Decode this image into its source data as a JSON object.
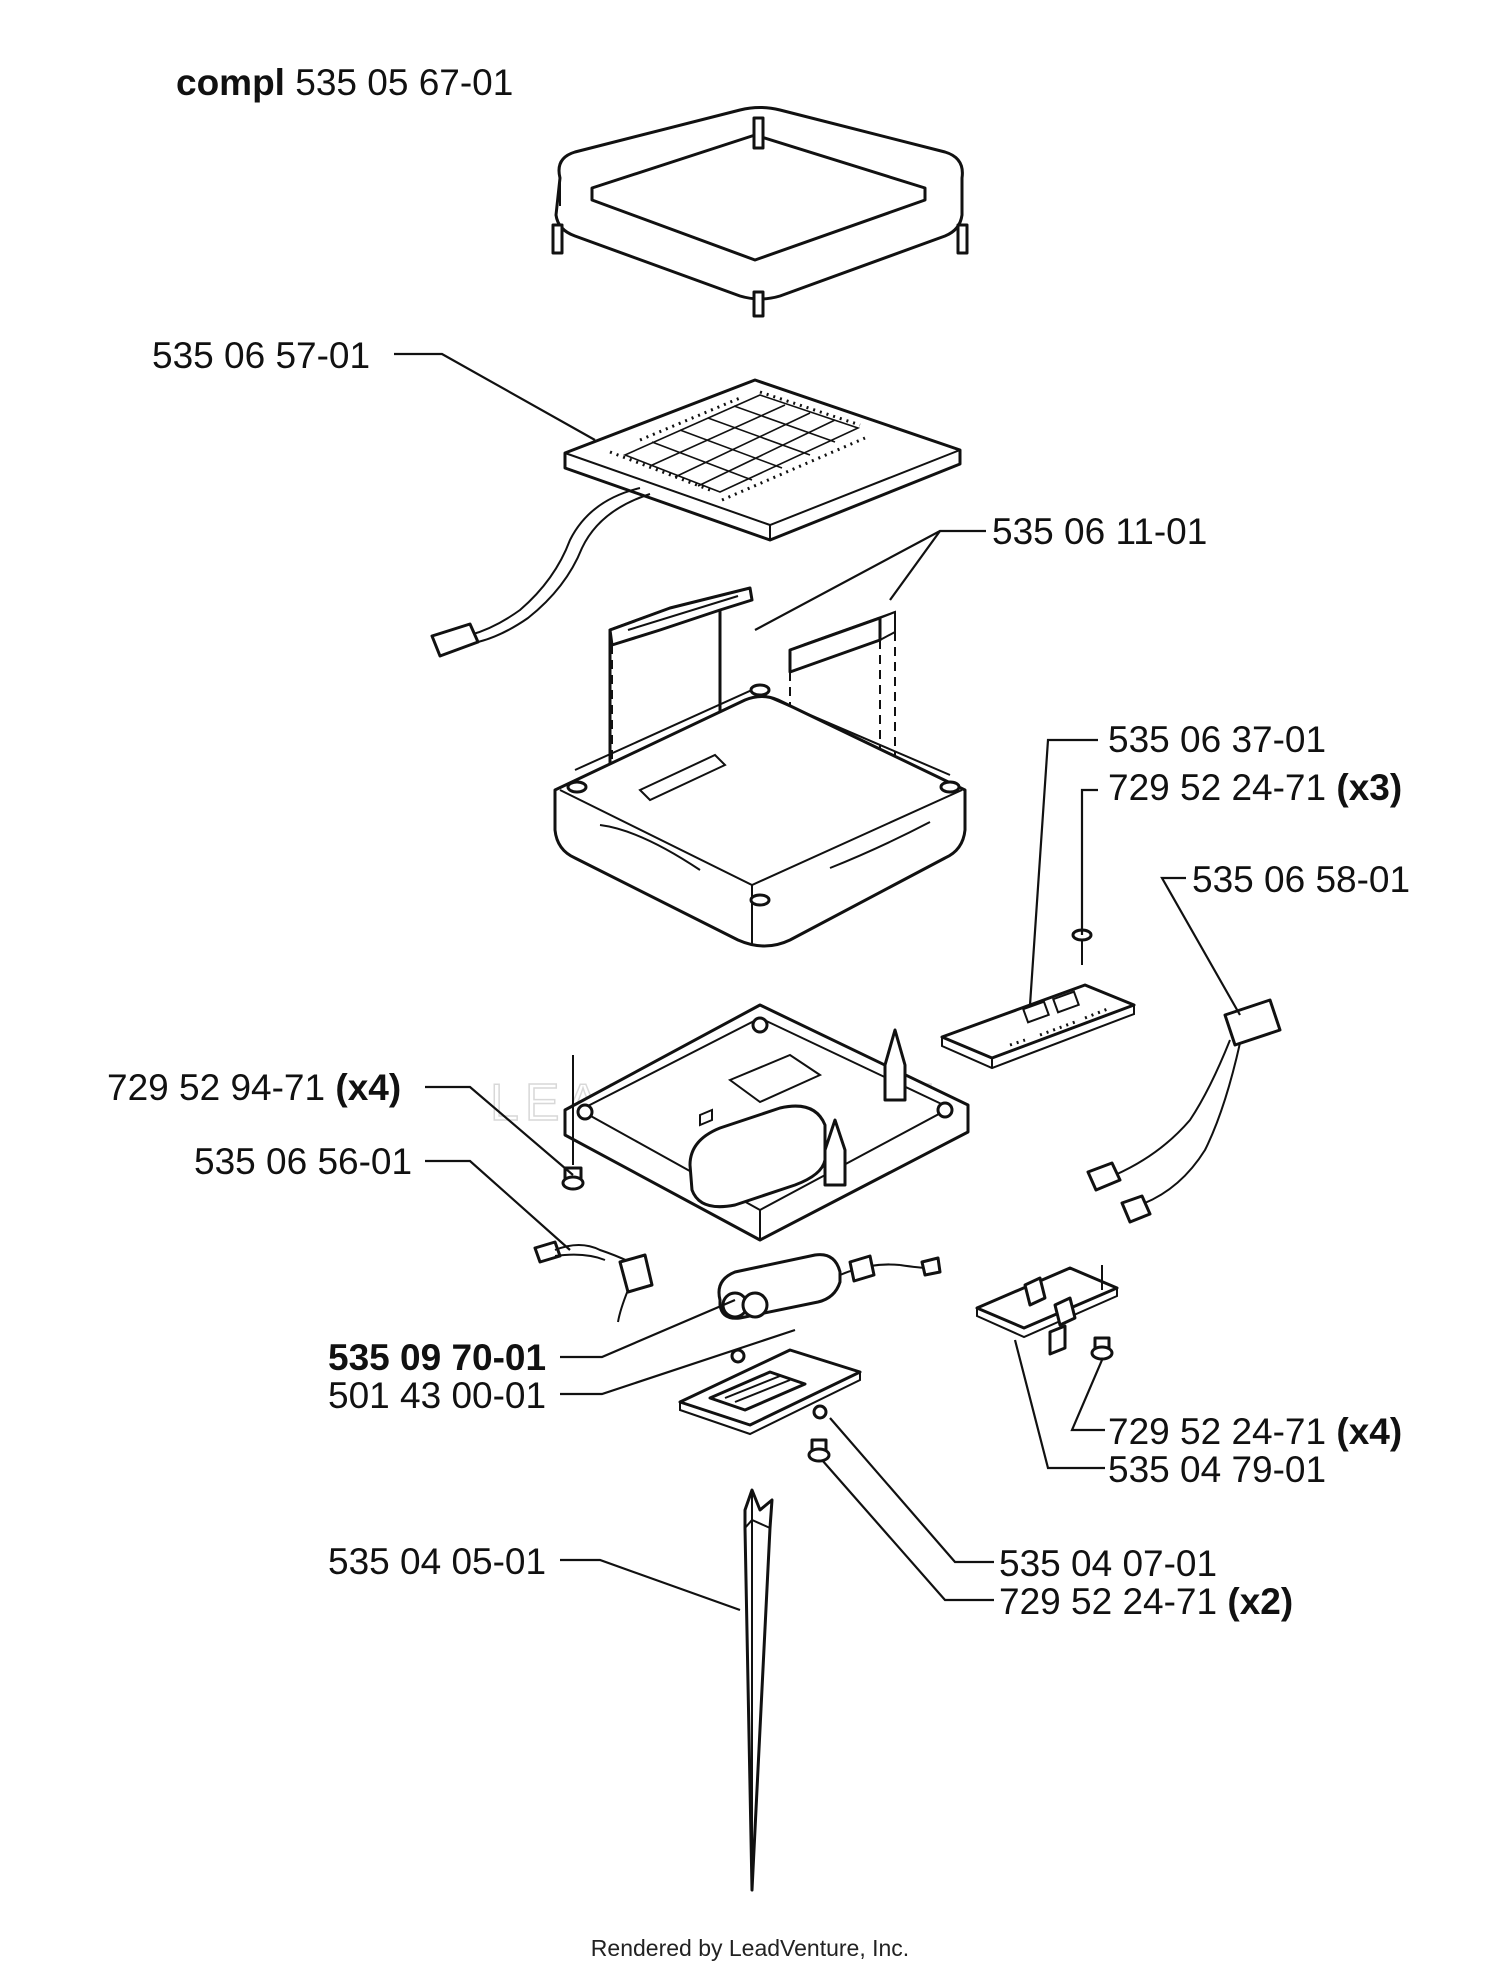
{
  "diagram": {
    "assembly": {
      "prefix": "compl",
      "number": "535 05 67-01"
    },
    "labels": {
      "solar_panel": "535 06 57-01",
      "foam_pads": "535 06 11-01",
      "circuit_board": "535 06 37-01",
      "board_screws": {
        "number": "729 52 24-71",
        "qty": "(x3)"
      },
      "wire_harness": "535 06 58-01",
      "base_screws": {
        "number": "729 52 94-71",
        "qty": "(x4)"
      },
      "switch_cable": "535 06 56-01",
      "battery": "535 09 70-01",
      "battery_holder": "501 43 00-01",
      "terminal_screws": {
        "number": "729 52 24-71",
        "qty": "(x4)"
      },
      "terminal_plate": "535 04 79-01",
      "ground_stake": "535 04 05-01",
      "cover_plate": "535 04 07-01",
      "cover_screws": {
        "number": "729 52 24-71",
        "qty": "(x2)"
      }
    },
    "watermark": "LEADVENTURE",
    "credit": "Rendered by LeadVenture, Inc."
  }
}
